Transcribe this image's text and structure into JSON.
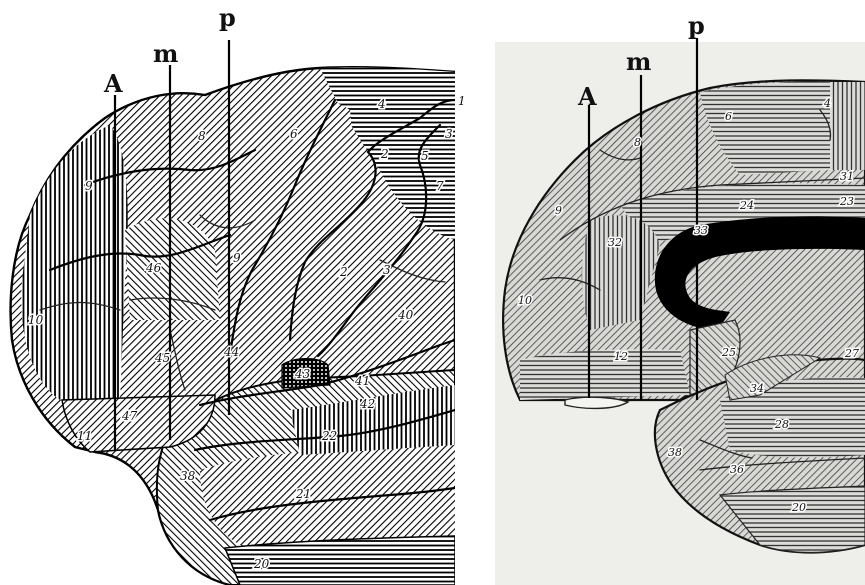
{
  "colors": {
    "ink": "#111111",
    "paper_left": "#ffffff",
    "paper_right": "#eeeeea",
    "shade_right": "#c9c9c6",
    "callosum": "#000000"
  },
  "lateral_view": {
    "cut_lines": [
      {
        "id": "A",
        "label": "A"
      },
      {
        "id": "m",
        "label": "m"
      },
      {
        "id": "p",
        "label": "p"
      }
    ],
    "area_labels": [
      "4",
      "1",
      "3",
      "2",
      "5",
      "7",
      "6",
      "8",
      "9",
      "46",
      "10",
      "45",
      "44",
      "9",
      "2",
      "3",
      "40",
      "43",
      "41",
      "42",
      "47",
      "11",
      "22",
      "38",
      "21",
      "20"
    ]
  },
  "medial_view": {
    "cut_lines": [
      {
        "id": "A",
        "label": "A"
      },
      {
        "id": "m",
        "label": "m"
      },
      {
        "id": "p",
        "label": "p"
      }
    ],
    "area_labels": [
      "4",
      "6",
      "8",
      "9",
      "31",
      "23",
      "24",
      "33",
      "32",
      "10",
      "12",
      "25",
      "27",
      "34",
      "28",
      "38",
      "36",
      "20"
    ]
  }
}
